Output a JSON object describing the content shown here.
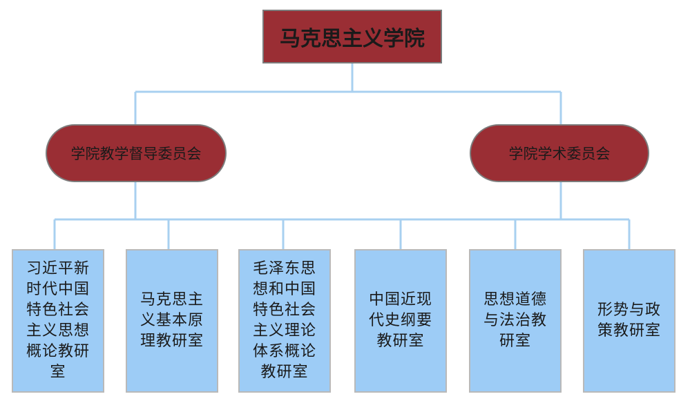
{
  "root": {
    "label": "马克思主义学院"
  },
  "committees": [
    {
      "label": "学院教学督导委员会"
    },
    {
      "label": "学院学术委员会"
    }
  ],
  "departments": [
    {
      "label": "习近平新时代中国特色社会主义思想概论教研室"
    },
    {
      "label": "马克思主义基本原理教研室"
    },
    {
      "label": "毛泽东思想和中国特色社会主义理论体系概论教研室"
    },
    {
      "label": "中国近现代史纲要教研室"
    },
    {
      "label": "思想道德与法治教研室"
    },
    {
      "label": "形势与政策教研室"
    }
  ],
  "colors": {
    "box_red": "#9a2e34",
    "box_blue": "#9dccf6",
    "connector": "#a8d0f0"
  }
}
